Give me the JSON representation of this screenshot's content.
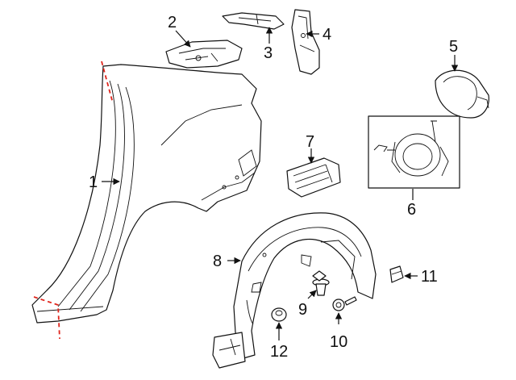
{
  "callouts": {
    "c1": "1",
    "c2": "2",
    "c3": "3",
    "c4": "4",
    "c5": "5",
    "c6": "6",
    "c7": "7",
    "c8": "8",
    "c9": "9",
    "c10": "10",
    "c11": "11",
    "c12": "12"
  },
  "colors": {
    "ink": "#111111",
    "cut_line": "#e0241b",
    "background": "#ffffff"
  }
}
